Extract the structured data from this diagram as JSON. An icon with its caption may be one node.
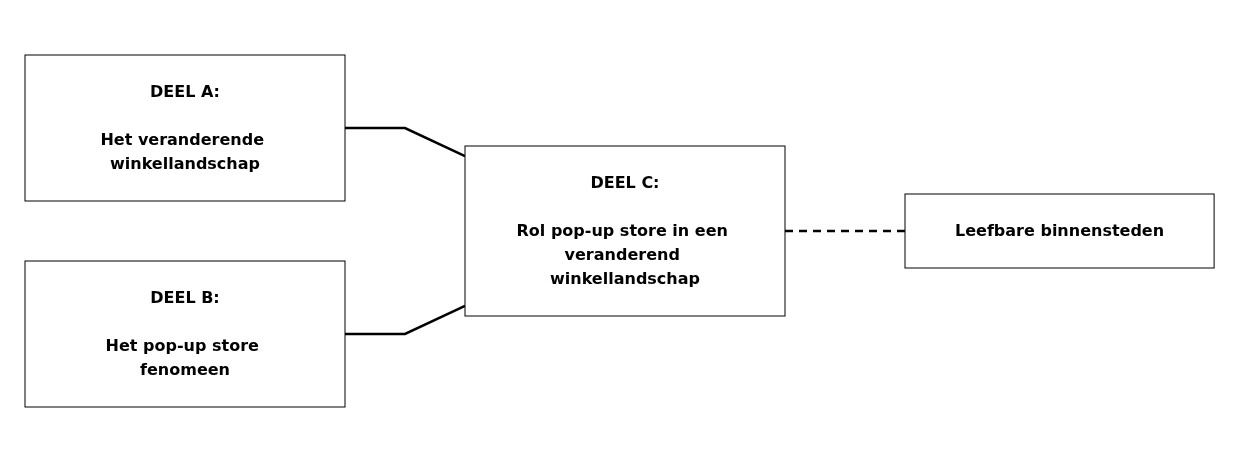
{
  "diagram": {
    "nodes": [
      {
        "text": [
          "DEEL A:",
          "Het veranderende winkellandschap"
        ]
      },
      {
        "text": [
          "DEEL B:",
          "Het pop-up store fenomeen"
        ]
      },
      {
        "text": [
          "DEEL C:",
          "Rol pop-up store in een veranderend winkellandschap"
        ]
      },
      {
        "text": [
          "Leefbare binnensteden"
        ]
      }
    ],
    "edges": [
      {
        "from": 0,
        "to": 2,
        "arrow": "none"
      },
      {
        "from": 1,
        "to": 2,
        "arrow": "none"
      },
      {
        "from": 2,
        "to": 3,
        "arrow": "none",
        "style": "dashed"
      }
    ]
  }
}
